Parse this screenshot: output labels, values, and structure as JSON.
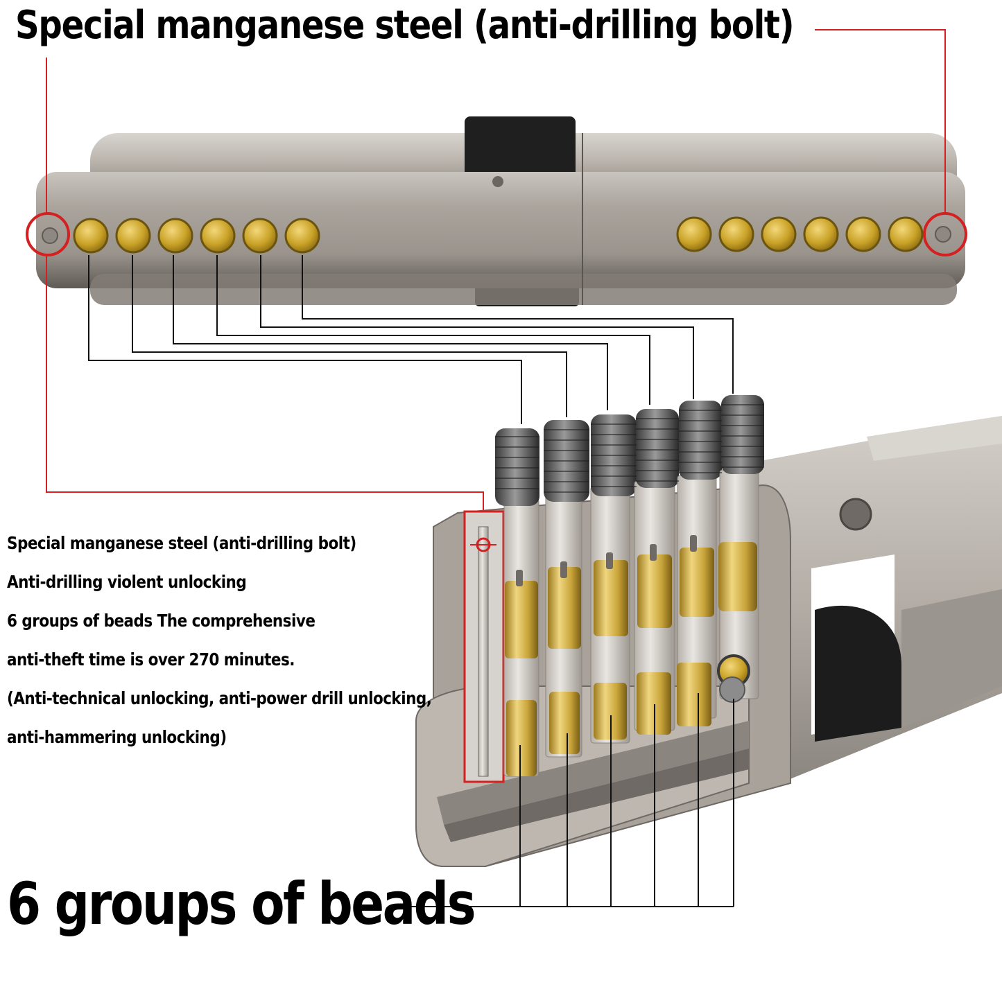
{
  "heading": "Special manganese steel (anti-drilling bolt)",
  "features": [
    "Special manganese steel (anti-drilling bolt)",
    "Anti-drilling violent unlocking",
    "6 groups of beads The comprehensive",
    "anti-theft time is over 270 minutes.",
    "(Anti-technical unlocking, anti-power drill unlocking,",
    "anti-hammering unlocking)"
  ],
  "bottom_label": "6 groups of beads",
  "colors": {
    "callout_red": "#d42020",
    "brass": "#c9a227",
    "steel": "#a59f98",
    "leader_line": "#111111"
  }
}
